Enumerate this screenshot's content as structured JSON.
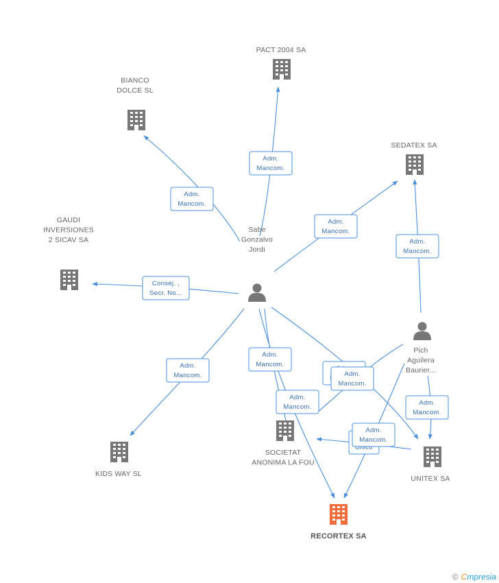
{
  "colors": {
    "edge": "#4a8fdb",
    "node": "#777777",
    "main_node": "#f26b3a",
    "label": "#666666"
  },
  "nodes": [
    {
      "id": "pact",
      "type": "company",
      "lines": [
        "PACT 2004 SA"
      ]
    },
    {
      "id": "bianco",
      "type": "company",
      "lines": [
        "BIANCO",
        "DOLCE SL"
      ]
    },
    {
      "id": "sedatex",
      "type": "company",
      "lines": [
        "SEDATEX SA"
      ]
    },
    {
      "id": "gaudi",
      "type": "company",
      "lines": [
        "GAUDI",
        "INVERSIONES",
        "2 SICAV SA"
      ]
    },
    {
      "id": "sabe",
      "type": "person",
      "lines": [
        "Sabe",
        "Gonzalvo",
        "Jordi"
      ]
    },
    {
      "id": "pich",
      "type": "person",
      "lines": [
        "Pich",
        "Aguilera",
        "Baurier..."
      ]
    },
    {
      "id": "kids",
      "type": "company",
      "lines": [
        "KIDS WAY SL"
      ]
    },
    {
      "id": "societat",
      "type": "company",
      "lines": [
        "SOCIETAT",
        "ANONIMA LA FOU"
      ]
    },
    {
      "id": "unitex",
      "type": "company",
      "lines": [
        "UNITEX SA"
      ]
    },
    {
      "id": "recortex",
      "type": "company",
      "main": true,
      "lines": [
        "RECORTEX SA"
      ]
    }
  ],
  "edges": [
    {
      "id": "e1",
      "lines": [
        "Adm.",
        "Mancom."
      ]
    },
    {
      "id": "e2",
      "lines": [
        "Adm.",
        "Mancom."
      ]
    },
    {
      "id": "e3",
      "lines": [
        "Adm.",
        "Mancom."
      ]
    },
    {
      "id": "e4",
      "lines": [
        "Consej. ,",
        "Secr. No..."
      ]
    },
    {
      "id": "e5",
      "lines": [
        "Adm.",
        "Mancom."
      ]
    },
    {
      "id": "e6",
      "lines": [
        "Adm.",
        "Mancom."
      ]
    },
    {
      "id": "e7",
      "lines": [
        "Adm.",
        "Mancom."
      ]
    },
    {
      "id": "e8",
      "lines": [
        "Adm.",
        "Mancom."
      ]
    },
    {
      "id": "e9",
      "lines": [
        "Adm.",
        "Mancom."
      ]
    },
    {
      "id": "e10",
      "lines": [
        "Adm.",
        "Mancom."
      ]
    },
    {
      "id": "e11",
      "lines": [
        "Adm.",
        "Unico"
      ]
    },
    {
      "id": "e12",
      "lines": [
        "Adm.",
        "Mancom."
      ]
    },
    {
      "id": "e13",
      "lines": [
        "Adm.",
        "Mancom."
      ]
    }
  ],
  "footer": {
    "copyright": "©",
    "brand_first": "C",
    "brand_rest": "mpresia"
  }
}
